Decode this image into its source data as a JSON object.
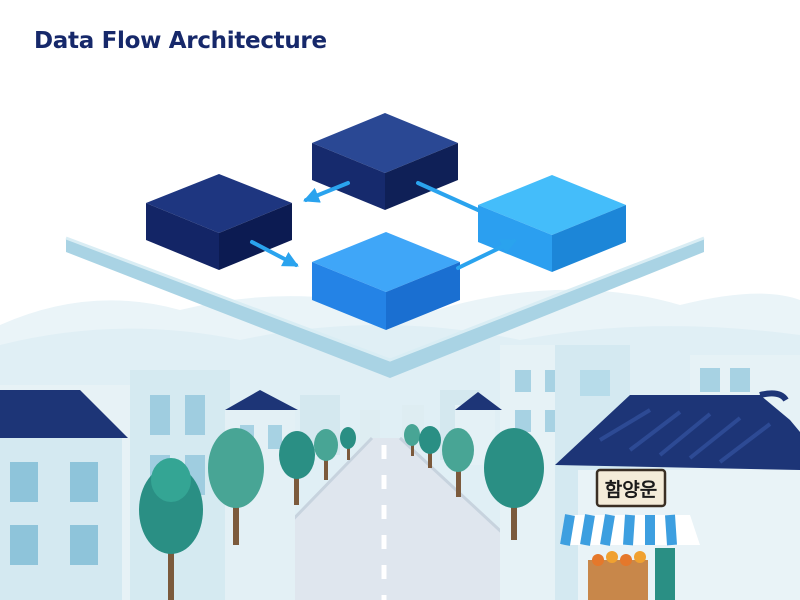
{
  "header": {
    "title": "Data Flow Architecture"
  },
  "diagram": {
    "nodes": [
      {
        "id": "node-top",
        "color": "#203a84"
      },
      {
        "id": "node-left",
        "color": "#17296c"
      },
      {
        "id": "node-center",
        "color": "#2d8ff2"
      },
      {
        "id": "node-right",
        "color": "#37aff6"
      }
    ],
    "edges": [
      {
        "from": "node-top",
        "to": "node-left"
      },
      {
        "from": "node-left",
        "to": "node-center"
      },
      {
        "from": "node-center",
        "to": "node-right"
      },
      {
        "from": "node-top",
        "to": "node-right"
      }
    ],
    "arrow_color": "#2aa3ee"
  },
  "shop": {
    "sign": "함양운"
  },
  "colors": {
    "navy": "#1d3577",
    "tree": "#2a8f84",
    "road": "#dde5ee",
    "building": "#cfe6ef"
  }
}
